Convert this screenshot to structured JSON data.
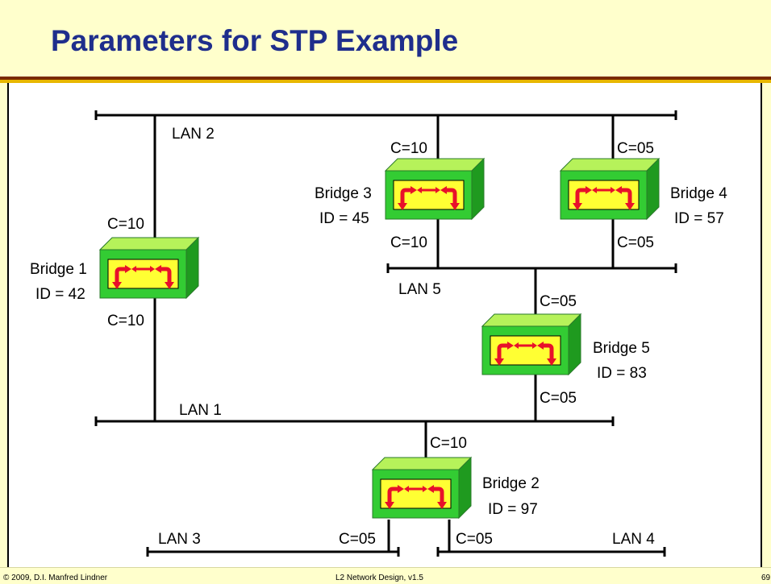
{
  "title": "Parameters for STP Example",
  "footer": {
    "left": "© 2009, D.I. Manfred Lindner",
    "center": "L2 Network Design, v1.5",
    "page": "69"
  },
  "colors": {
    "title": "#1f2e8c",
    "header_bg": "#ffffcc",
    "bridge_green": "#33cc33",
    "bridge_window": "#ffff33",
    "arrow_red": "#e8102a"
  },
  "lans": {
    "lan1": "LAN 1",
    "lan2": "LAN 2",
    "lan3": "LAN 3",
    "lan4": "LAN 4",
    "lan5": "LAN 5"
  },
  "bridges": {
    "b1": {
      "name": "Bridge 1",
      "id": "ID = 42",
      "cost_top": "C=10",
      "cost_bottom": "C=10"
    },
    "b2": {
      "name": "Bridge 2",
      "id": "ID = 97",
      "cost_top": "C=10",
      "cost_left": "C=05",
      "cost_right": "C=05"
    },
    "b3": {
      "name": "Bridge 3",
      "id": "ID = 45",
      "cost_top": "C=10",
      "cost_bottom": "C=10"
    },
    "b4": {
      "name": "Bridge 4",
      "id": "ID = 57",
      "cost_top": "C=05",
      "cost_bottom": "C=05"
    },
    "b5": {
      "name": "Bridge 5",
      "id": "ID = 83",
      "cost_top": "C=05",
      "cost_bottom": "C=05"
    }
  }
}
